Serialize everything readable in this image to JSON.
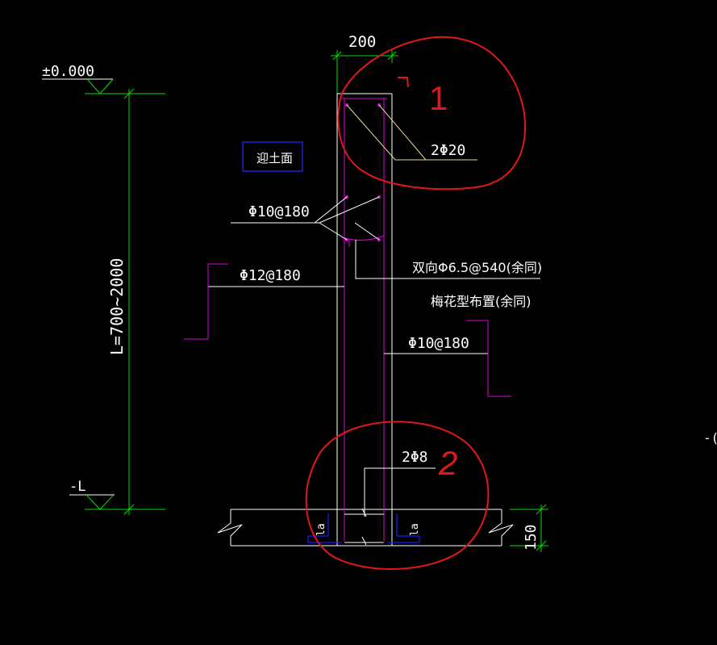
{
  "drawing": {
    "elevation_top": "±0.000",
    "elevation_bottom": "-L",
    "length_range": "L=700~2000",
    "width_dim": "200",
    "base_dim": "150",
    "backfill_face": "迎土面",
    "top_bars": "2Φ20",
    "stirrup_left": "Φ10@180",
    "vertical_left": "Φ12@180",
    "tie_bars": "双向Φ6.5@540(余同)",
    "tie_layout": "梅花型布置(余同)",
    "vertical_right": "Φ10@180",
    "bottom_bars": "2Φ8",
    "anchor_left": "la",
    "anchor_right": "la",
    "edge_text": "-(",
    "markup_1": "1",
    "markup_2": "2"
  },
  "colors": {
    "dimension": "#00e000",
    "outline": "#ffffff",
    "rebar": "#e000e0",
    "leader": "#e8d890",
    "anchor": "#1a1aff",
    "markup": "#e01818"
  }
}
